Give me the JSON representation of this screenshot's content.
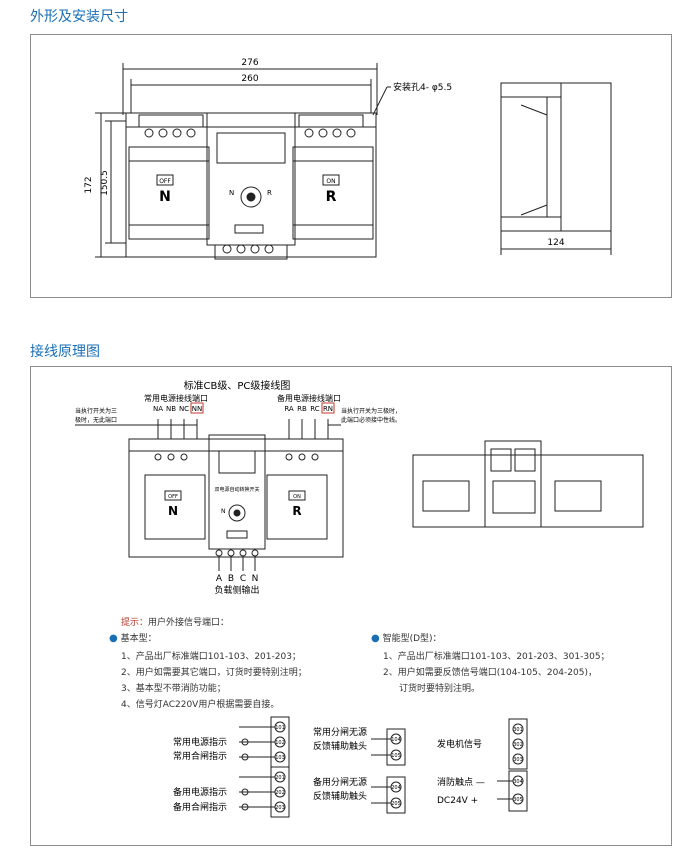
{
  "sections": {
    "dimensions_title": "外形及安装尺寸",
    "wiring_title": "接线原理图"
  },
  "dimensions": {
    "width_overall": "276",
    "width_mount": "260",
    "height_overall": "172",
    "height_mount": "150.5",
    "side_depth": "124",
    "mount_hole": "安装孔4- φ5.5",
    "left_label_top": "OFF",
    "left_label": "N",
    "right_label_top": "ON",
    "right_label": "R",
    "knob_left": "N",
    "knob_right": "R"
  },
  "wiring": {
    "diagram_title": "标准CB级、PC级接线图",
    "common_title": "常用电源接线端口",
    "standby_title": "备用电源接线端口",
    "common_ports": [
      "NA",
      "NB",
      "NC",
      "NN"
    ],
    "standby_ports": [
      "RA",
      "RB",
      "RC",
      "RN"
    ],
    "left_note_1": "当执行开关为三",
    "left_note_2": "极时，无此端口",
    "right_note_1": "当执行开关为三极时，",
    "right_note_2": "此端口必须接中性线。",
    "center_label": "双电源自动转换开关",
    "left_off": "OFF",
    "left_n": "N",
    "right_on": "ON",
    "right_r": "R",
    "knob_label": "N",
    "load_ports": [
      "A",
      "B",
      "C",
      "N"
    ],
    "load_title": "负载侧输出"
  },
  "notes": {
    "prompt_label": "提示：",
    "prompt_text": "用户外接信号端口：",
    "basic_title": "基本型：",
    "basic_items": [
      "1、产品出厂标准端口101-103、201-203；",
      "2、用户如需要其它端口，订货时要特别注明；",
      "3、基本型不带消防功能；",
      "4、信号灯AC220V用户根据需要自接。"
    ],
    "smart_title": "智能型(D型)：",
    "smart_items": [
      "1、产品出厂标准端口101-103、201-203、301-305；",
      "2、用户如需要反馈信号端口(104-105、204-205)，",
      "订货时要特别注明。"
    ]
  },
  "terminals": {
    "common_power": "常用电源指示",
    "common_close": "常用合闸指示",
    "common_t": [
      "101",
      "102",
      "103"
    ],
    "standby_power": "备用电源指示",
    "standby_close": "备用合闸指示",
    "standby_t": [
      "201",
      "202",
      "203"
    ],
    "common_fb1": "常用分闸无源",
    "common_fb2": "反馈辅助触头",
    "common_fb_t": [
      "104",
      "105"
    ],
    "standby_fb1": "备用分闸无源",
    "standby_fb2": "反馈辅助触头",
    "standby_fb_t": [
      "204",
      "205"
    ],
    "gen_label": "发电机信号",
    "gen_t": [
      "301",
      "302",
      "303"
    ],
    "fire_label": "消防触点 —",
    "dc_label": "DC24V   +",
    "fire_t": [
      "304",
      "305"
    ]
  }
}
